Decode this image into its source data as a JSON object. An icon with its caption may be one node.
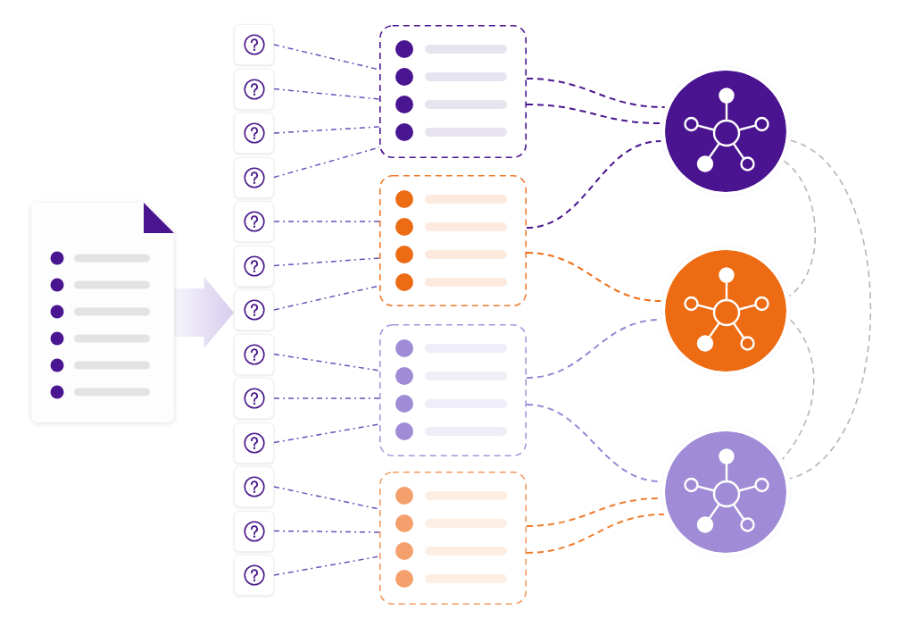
{
  "diagram": {
    "nodes": [
      {
        "text": [],
        "shape": "document"
      },
      {
        "text": [],
        "shape": "box"
      },
      {
        "text": [],
        "shape": "box"
      },
      {
        "text": [],
        "shape": "box"
      },
      {
        "text": [],
        "shape": "box"
      },
      {
        "text": [],
        "shape": "box"
      },
      {
        "text": [],
        "shape": "box"
      },
      {
        "text": [],
        "shape": "box"
      },
      {
        "text": [],
        "shape": "box"
      },
      {
        "text": [],
        "shape": "box"
      },
      {
        "text": [],
        "shape": "box"
      },
      {
        "text": [],
        "shape": "box"
      },
      {
        "text": [],
        "shape": "box"
      },
      {
        "text": [],
        "shape": "box"
      },
      {
        "text": [],
        "shape": "box"
      },
      {
        "text": [],
        "shape": "box"
      },
      {
        "text": [],
        "shape": "box"
      },
      {
        "text": [],
        "shape": "box"
      },
      {
        "text": [],
        "shape": "circle"
      },
      {
        "text": [],
        "shape": "circle"
      },
      {
        "text": [],
        "shape": "circle"
      }
    ],
    "edges": [
      {
        "from": 0,
        "to": 7,
        "arrow": "to",
        "style": "thick",
        "color": "#d6cdee"
      },
      {
        "from": 1,
        "to": 14,
        "arrow": "none",
        "style": "dashed"
      },
      {
        "from": 2,
        "to": 14,
        "arrow": "none",
        "style": "dashed"
      },
      {
        "from": 3,
        "to": 14,
        "arrow": "none",
        "style": "dashed"
      },
      {
        "from": 4,
        "to": 14,
        "arrow": "none",
        "style": "dashed"
      },
      {
        "from": 5,
        "to": 15,
        "arrow": "none",
        "style": "dashed"
      },
      {
        "from": 6,
        "to": 15,
        "arrow": "none",
        "style": "dashed"
      },
      {
        "from": 7,
        "to": 15,
        "arrow": "none",
        "style": "dashed"
      },
      {
        "from": 8,
        "to": 16,
        "arrow": "none",
        "style": "dashed"
      },
      {
        "from": 9,
        "to": 16,
        "arrow": "none",
        "style": "dashed"
      },
      {
        "from": 10,
        "to": 16,
        "arrow": "none",
        "style": "dashed"
      },
      {
        "from": 11,
        "to": 17,
        "arrow": "none",
        "style": "dashed"
      },
      {
        "from": 12,
        "to": 17,
        "arrow": "none",
        "style": "dashed"
      },
      {
        "from": 13,
        "to": 17,
        "arrow": "none",
        "style": "dashed"
      },
      {
        "from": 14,
        "to": 18,
        "arrow": "none",
        "style": "dashed",
        "color": "#4a1590"
      },
      {
        "from": 14,
        "to": 18,
        "arrow": "none",
        "style": "dashed",
        "color": "#4a1590"
      },
      {
        "from": 15,
        "to": 18,
        "arrow": "none",
        "style": "dashed",
        "color": "#4a1590"
      },
      {
        "from": 15,
        "to": 19,
        "arrow": "none",
        "style": "dashed",
        "color": "#ee6d17"
      },
      {
        "from": 16,
        "to": 19,
        "arrow": "none",
        "style": "dashed",
        "color": "#9c87d5"
      },
      {
        "from": 16,
        "to": 20,
        "arrow": "none",
        "style": "dashed",
        "color": "#9c87d5"
      },
      {
        "from": 17,
        "to": 20,
        "arrow": "none",
        "style": "dashed",
        "color": "#f07d2e"
      },
      {
        "from": 17,
        "to": 20,
        "arrow": "none",
        "style": "dashed",
        "color": "#f07d2e"
      },
      {
        "from": 18,
        "to": 19,
        "arrow": "none",
        "style": "dashed",
        "color": "#b5b5b5"
      },
      {
        "from": 19,
        "to": 20,
        "arrow": "none",
        "style": "dashed",
        "color": "#b5b5b5"
      },
      {
        "from": 18,
        "to": 20,
        "arrow": "none",
        "style": "dashed",
        "color": "#b5b5b5"
      }
    ]
  }
}
